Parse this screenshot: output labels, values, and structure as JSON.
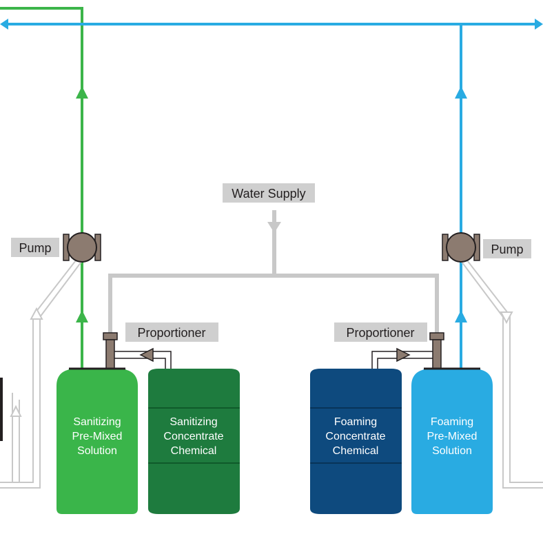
{
  "labels": {
    "water_supply": "Water Supply",
    "pump_left": "Pump",
    "pump_right": "Pump",
    "proportioner_left": "Proportioner",
    "proportioner_right": "Proportioner"
  },
  "tanks": {
    "sanitizing_premixed": [
      "Sanitizing",
      "Pre-Mixed",
      "Solution"
    ],
    "sanitizing_concentrate": [
      "Sanitizing",
      "Concentrate",
      "Chemical"
    ],
    "foaming_concentrate": [
      "Foaming",
      "Concentrate",
      "Chemical"
    ],
    "foaming_premixed": [
      "Foaming",
      "Pre-Mixed",
      "Solution"
    ]
  },
  "colors": {
    "green_line": "#3cb54a",
    "blue_line": "#29abe2",
    "gray_line": "#c8c8c8",
    "sanitizing_premixed": "#3ab54a",
    "sanitizing_concentrate": "#1e7b3e",
    "foaming_concentrate": "#0e4a7e",
    "foaming_premixed": "#29abe2",
    "pump_body": "#8c7b70",
    "label_box": "#cfcfcf"
  }
}
